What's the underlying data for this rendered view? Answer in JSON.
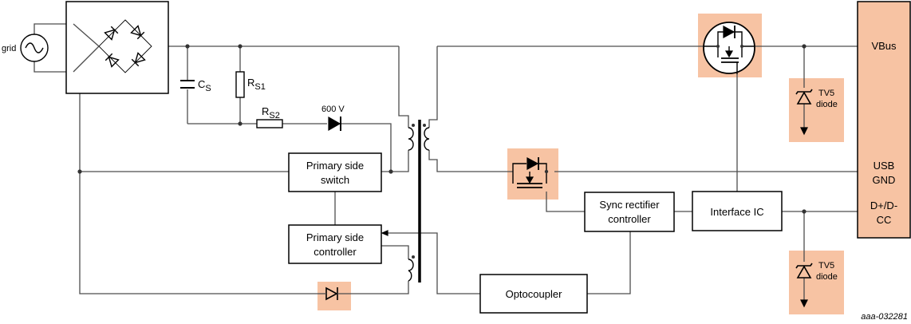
{
  "labels": {
    "grid": "grid",
    "cs": "C",
    "cs_sub": "S",
    "rs1": "R",
    "rs1_sub": "S1",
    "rs2": "R",
    "rs2_sub": "S2",
    "diode_voltage": "600 V",
    "primary_switch_l1": "Primary side",
    "primary_switch_l2": "switch",
    "primary_controller_l1": "Primary side",
    "primary_controller_l2": "controller",
    "optocoupler": "Optocoupler",
    "sync_rect_l1": "Sync rectifier",
    "sync_rect_l2": "controller",
    "interface_ic": "Interface IC",
    "vbus": "VBus",
    "usb": "USB",
    "gnd": "GND",
    "dpdm_l1": "D+/D-",
    "dpdm_l2": "CC",
    "tv5_top_l1": "TV5",
    "tv5_top_l2": "diode",
    "tv5_bot_l1": "TV5",
    "tv5_bot_l2": "diode",
    "figure_id": "aaa-032281"
  },
  "colors": {
    "highlight": "#f7c3a3",
    "wire": "#4d4d4d",
    "outline": "#000000"
  }
}
